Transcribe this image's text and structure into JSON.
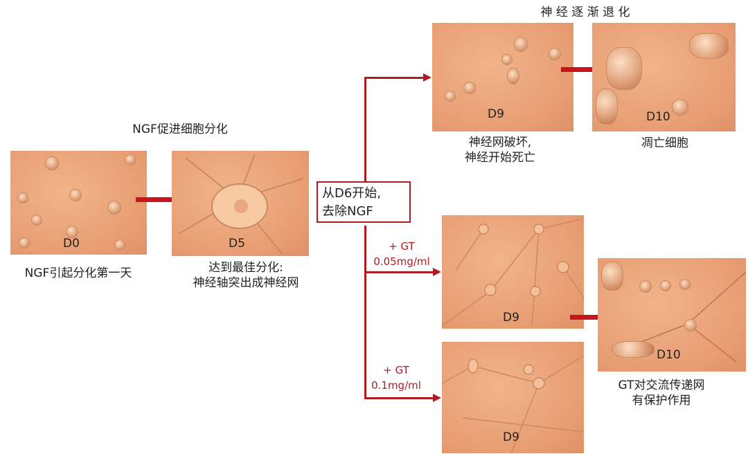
{
  "titles": {
    "ngf_promotes": "NGF促进细胞分化",
    "degeneration": "神 经 逐 渐 退 化"
  },
  "panels": {
    "d0": {
      "label": "D0",
      "caption": "NGF引起分化第一天"
    },
    "d5": {
      "label": "D5",
      "caption_line1": "达到最佳分化:",
      "caption_line2": "神经轴突出成神经网"
    },
    "d9_top": {
      "label": "D9",
      "caption_line1": "神经网破坏,",
      "caption_line2": "神经开始死亡"
    },
    "d10_top": {
      "label": "D10",
      "caption": "凋亡细胞"
    },
    "d9_mid": {
      "label": "D9"
    },
    "d10_right": {
      "label": "D10",
      "caption_line1": "GT对交流传递网",
      "caption_line2": "有保护作用"
    },
    "d9_bottom": {
      "label": "D9"
    }
  },
  "box": {
    "line1": "从D6开始,",
    "line2": "去除NGF"
  },
  "branches": {
    "mid": {
      "line1": "+ GT",
      "line2": "0.05mg/ml"
    },
    "bottom": {
      "line1": "+ GT",
      "line2": "0.1mg/ml"
    }
  },
  "colors": {
    "accent": "#b01c22",
    "image_tint": "#e89d72"
  }
}
